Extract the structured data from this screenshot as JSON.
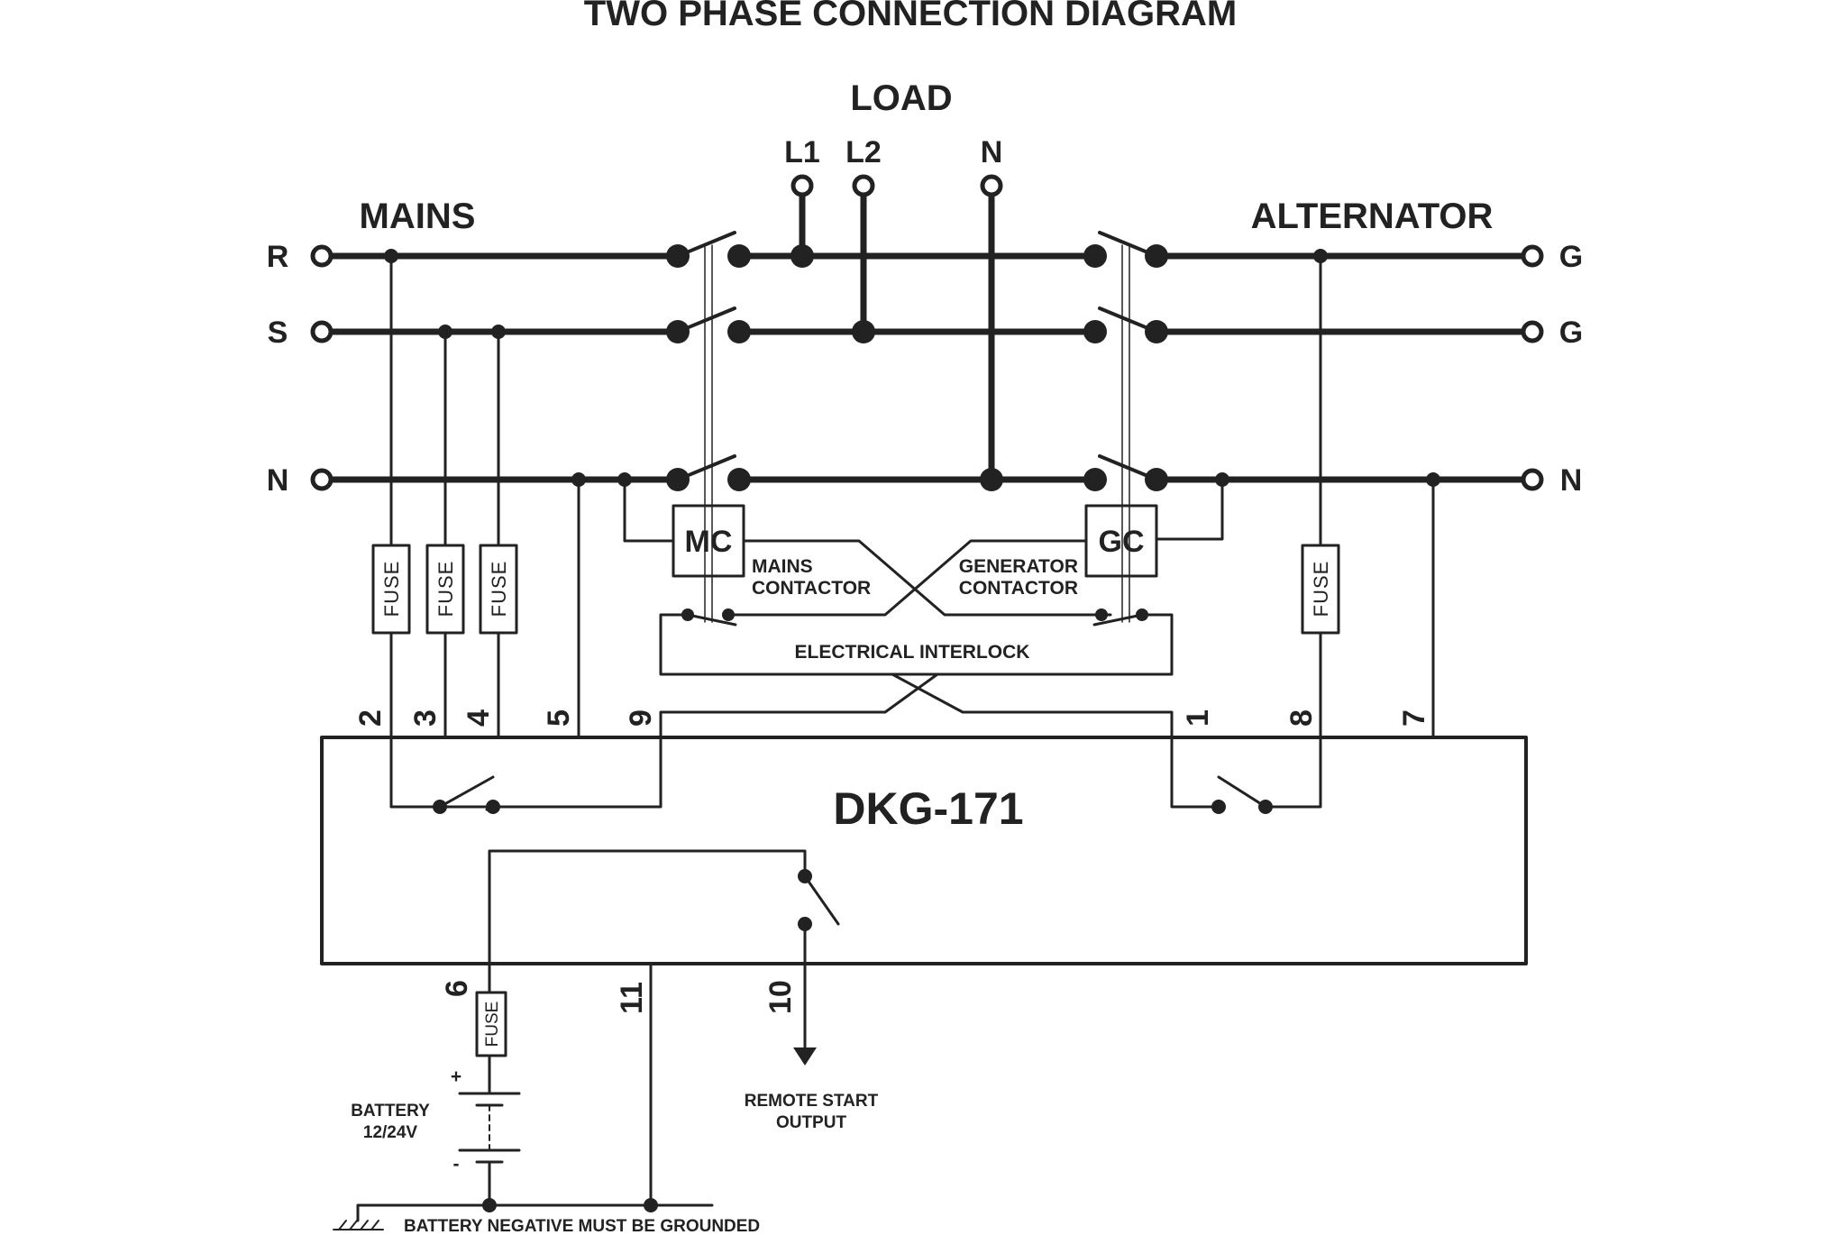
{
  "title": "TWO PHASE CONNECTION DIAGRAM",
  "load": {
    "label": "LOAD",
    "terminals": [
      "L1",
      "L2",
      "N"
    ]
  },
  "mains": {
    "label": "MAINS",
    "terminals": [
      "R",
      "S",
      "N"
    ]
  },
  "alternator": {
    "label": "ALTERNATOR",
    "terminals": [
      "G",
      "G",
      "N"
    ]
  },
  "contactors": {
    "mains_box": "MC",
    "mains_label": [
      "MAINS",
      "CONTACTOR"
    ],
    "generator_box": "GC",
    "generator_label": [
      "GENERATOR",
      "CONTACTOR"
    ]
  },
  "interlock_label": "ELECTRICAL INTERLOCK",
  "fuse_label": "FUSE",
  "device_name": "DKG-171",
  "pin_numbers": {
    "p1": "1",
    "p2": "2",
    "p3": "3",
    "p4": "4",
    "p5": "5",
    "p6": "6",
    "p7": "7",
    "p8": "8",
    "p9": "9",
    "p10": "10",
    "p11": "11"
  },
  "battery": {
    "label": "BATTERY",
    "voltage": "12/24V",
    "plus": "+",
    "minus": "-"
  },
  "remote_start": [
    "REMOTE START",
    "OUTPUT"
  ],
  "ground_note": "BATTERY NEGATIVE MUST BE GROUNDED"
}
